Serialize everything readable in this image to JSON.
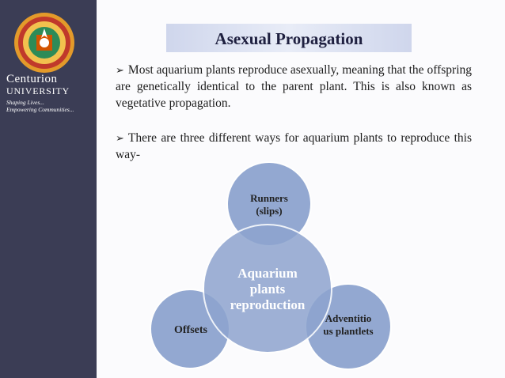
{
  "sidebar": {
    "brand_name": "Centurion",
    "brand_university": "UNIVERSITY",
    "tagline_1": "Shaping Lives...",
    "tagline_2": "Empowering Communities..."
  },
  "slide": {
    "title": "Asexual Propagation",
    "bullets": [
      "Most aquarium plants reproduce asexually, meaning that the offspring are genetically identical to the parent plant. This is also known as vegetative propagation.",
      "There are three different ways for aquarium plants to reproduce this way-"
    ],
    "bullet_symbol": "➢"
  },
  "diagram": {
    "center": "Aquarium plants reproduction",
    "nodes": {
      "runners": "Runners (slips)",
      "offsets": "Offsets",
      "adventitious": "Adventitio us plantlets"
    }
  },
  "colors": {
    "sidebar": "#3b3d55",
    "circle_fill": "#8ea4cf",
    "circle_stroke": "#ffffff",
    "title_bg": "#dbe1f1"
  }
}
